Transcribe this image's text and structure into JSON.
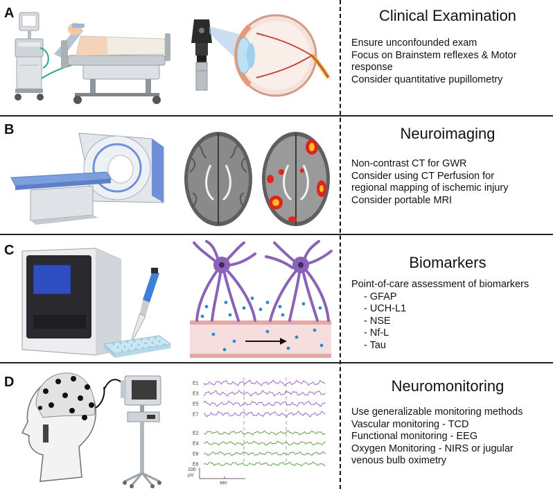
{
  "panels": [
    {
      "letter": "A",
      "title": "Clinical Examination",
      "lines": [
        "Ensure unconfounded exam",
        "Focus on Brainstem reflexes & Motor",
        "response",
        "Consider quantitative pupillometry"
      ],
      "icons": [
        "ventilator-icon",
        "hospital-bed-patient-icon",
        "ophthalmoscope-icon",
        "eye-cross-section-icon"
      ]
    },
    {
      "letter": "B",
      "title": "Neuroimaging",
      "lines": [
        "Non-contrast CT for GWR",
        "Consider using CT Perfusion for",
        "regional mapping of ischemic injury",
        "Consider portable MRI"
      ],
      "icons": [
        "ct-scanner-icon",
        "brain-axial-slice-icon",
        "brain-axial-slice-lesions-icon"
      ]
    },
    {
      "letter": "C",
      "title": "Biomarkers",
      "intro": "Point-of-care assessment of biomarkers",
      "items": [
        "- GFAP",
        "- UCH-L1",
        "- NSE",
        "- Nf-L",
        "- Tau"
      ],
      "icons": [
        "lab-analyzer-icon",
        "pipette-icon",
        "well-plate-icon",
        "astrocyte-vessel-icon"
      ]
    },
    {
      "letter": "D",
      "title": "Neuromonitoring",
      "lines": [
        "Use generalizable monitoring methods",
        "Vascular monitoring - TCD",
        "Functional monitoring - EEG",
        "Oxygen Monitoring - NIRS or jugular",
        "venous bulb oximetry"
      ],
      "icons": [
        "eeg-cap-head-icon",
        "monitor-stand-icon"
      ]
    }
  ],
  "eeg": {
    "channels": [
      "E1",
      "E3",
      "E5",
      "E7",
      "E2",
      "E4",
      "E6",
      "E8"
    ],
    "colors": [
      "#9b59c6",
      "#9b59c6",
      "#9b59c6",
      "#9b59c6",
      "#4f9a3c",
      "#4f9a3c",
      "#4f9a3c",
      "#4f9a3c"
    ],
    "scale_value": "100",
    "scale_unit": "µV",
    "time_unit": "sec"
  },
  "colors": {
    "purple": "#8a63b8",
    "blue_ct": "#6f8fd8",
    "lesion": "#e2231a",
    "vessel": "#e7a7a7"
  }
}
